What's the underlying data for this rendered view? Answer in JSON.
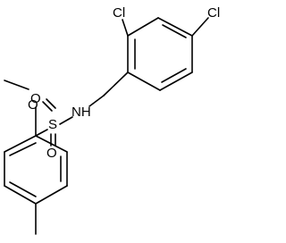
{
  "labels": {
    "cl_top": "Cl",
    "cl_right": "Cl",
    "methoxy_o": "O",
    "sulfur": "S",
    "sulfonyl_o_left": "O",
    "sulfonyl_o_bottom": "O",
    "nitrogen": "NH"
  },
  "colors": {
    "bond": "#000000",
    "text": "#000000",
    "background": "#ffffff"
  }
}
